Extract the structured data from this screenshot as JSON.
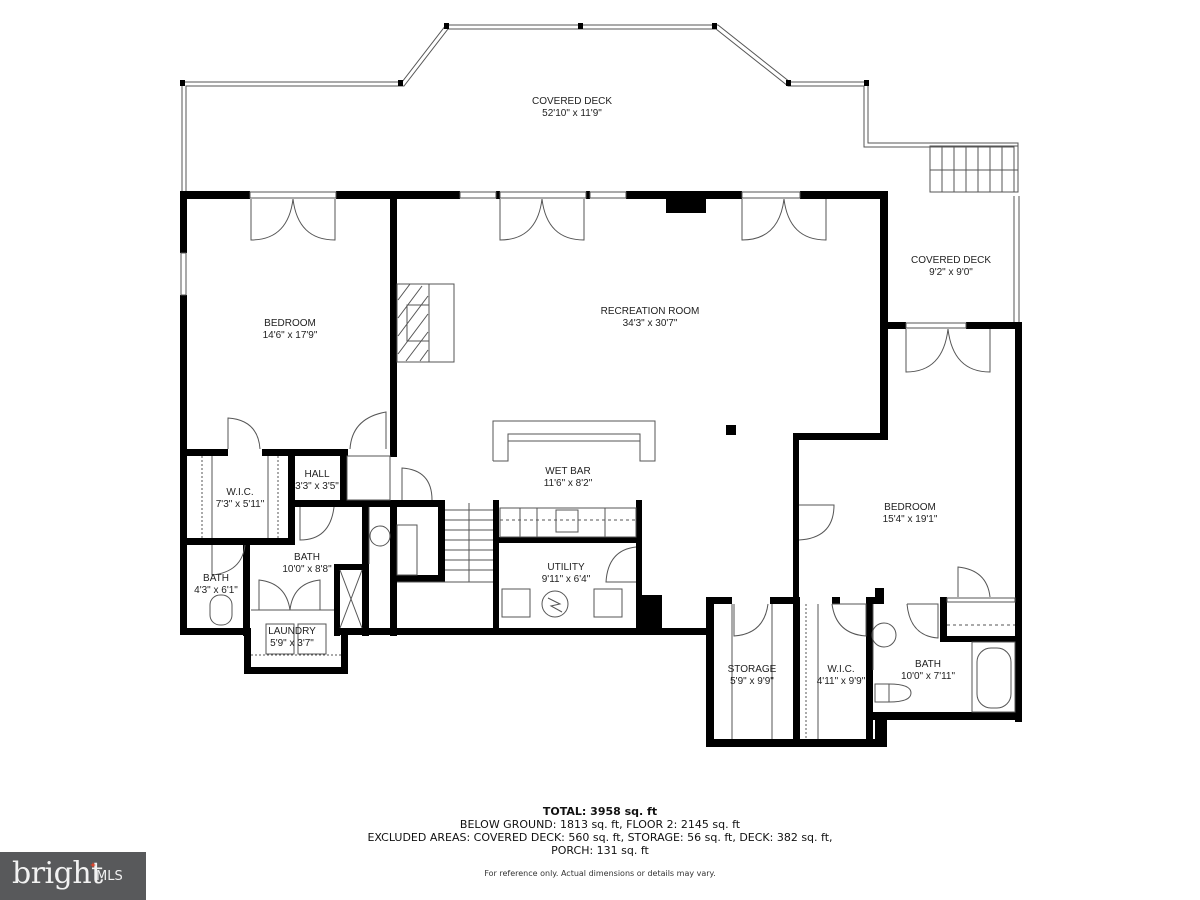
{
  "floorplan": {
    "rooms": [
      {
        "id": "covered-deck-main",
        "name": "COVERED DECK",
        "dims": "52'10\" x 11'9\""
      },
      {
        "id": "covered-deck-side",
        "name": "COVERED DECK",
        "dims": "9'2\" x 9'0\""
      },
      {
        "id": "bedroom-left",
        "name": "BEDROOM",
        "dims": "14'6\" x 17'9\""
      },
      {
        "id": "recreation-room",
        "name": "RECREATION ROOM",
        "dims": "34'3\" x 30'7\""
      },
      {
        "id": "wic-left",
        "name": "W.I.C.",
        "dims": "7'3\" x 5'11\""
      },
      {
        "id": "hall",
        "name": "HALL",
        "dims": "3'3\" x 3'5\""
      },
      {
        "id": "wet-bar",
        "name": "WET BAR",
        "dims": "11'6\" x 8'2\""
      },
      {
        "id": "bath-small",
        "name": "BATH",
        "dims": "4'3\" x 6'1\""
      },
      {
        "id": "bath-mid",
        "name": "BATH",
        "dims": "10'0\" x 8'8\""
      },
      {
        "id": "laundry",
        "name": "LAUNDRY",
        "dims": "5'9\" x 3'7\""
      },
      {
        "id": "utility",
        "name": "UTILITY",
        "dims": "9'11\" x 6'4\""
      },
      {
        "id": "bedroom-right",
        "name": "BEDROOM",
        "dims": "15'4\" x 19'1\""
      },
      {
        "id": "storage",
        "name": "STORAGE",
        "dims": "5'9\" x 9'9\""
      },
      {
        "id": "wic-right",
        "name": "W.I.C.",
        "dims": "4'11\" x 9'9\""
      },
      {
        "id": "bath-right",
        "name": "BATH",
        "dims": "10'0\" x 7'11\""
      }
    ]
  },
  "summary": {
    "total": "TOTAL: 3958 sq. ft",
    "breakdown": "BELOW GROUND: 1813 sq. ft, FLOOR 2: 2145 sq. ft",
    "excluded": "EXCLUDED AREAS: COVERED DECK: 560 sq. ft, STORAGE: 56 sq. ft, DECK: 382 sq. ft,",
    "porch": "PORCH: 131 sq. ft",
    "disclaimer": "For reference only. Actual dimensions or details may vary."
  },
  "logo": {
    "brand": "bright",
    "suffix": "MLS",
    "accent_color": "#e8442a",
    "background_color": "#58595b"
  },
  "colors": {
    "wall": "#000000",
    "thin_line": "#555555",
    "background": "#ffffff"
  }
}
